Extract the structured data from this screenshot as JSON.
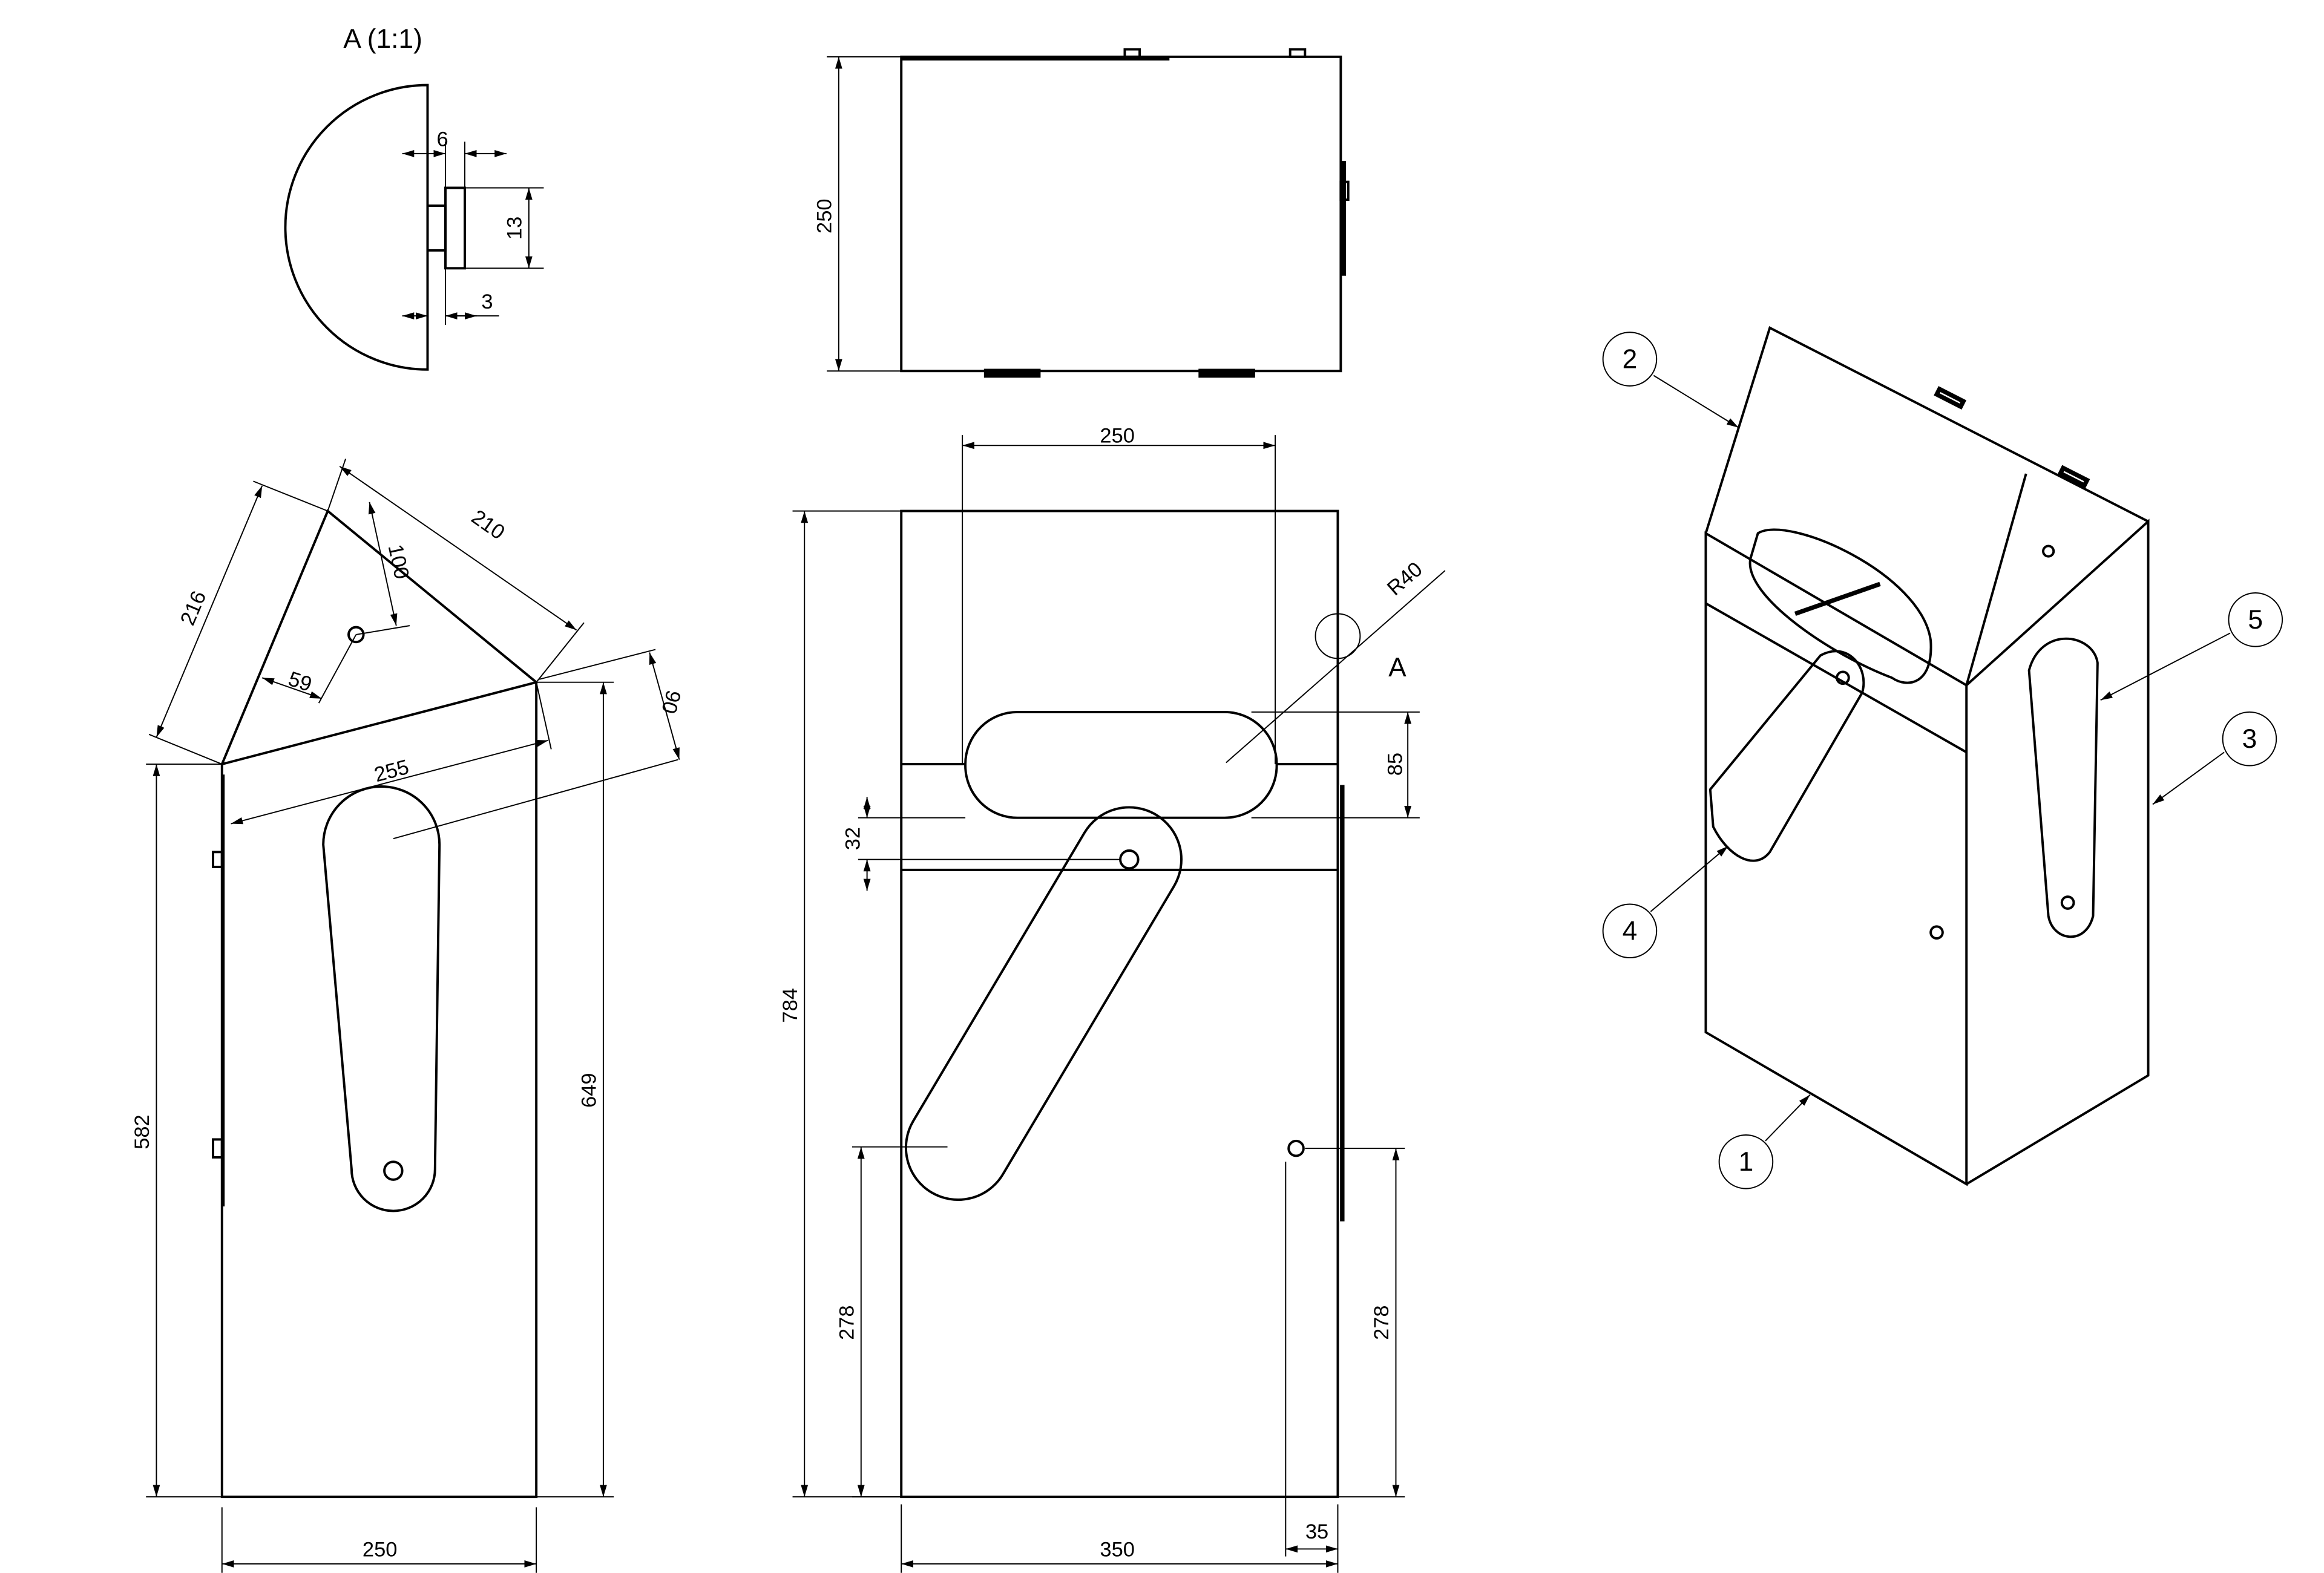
{
  "detail": {
    "title": "A (1:1)",
    "dims": [
      "6",
      "13",
      "3"
    ]
  },
  "top_view": {
    "dims": [
      "250"
    ]
  },
  "front_view": {
    "dims": [
      "250",
      "784",
      "85",
      "32",
      "278",
      "278",
      "350",
      "35"
    ],
    "radius": "R40",
    "detail_ref": "A"
  },
  "side_view": {
    "dims": [
      "216",
      "210",
      "100",
      "59",
      "255",
      "90",
      "582",
      "649",
      "250"
    ]
  },
  "iso_view": {
    "balloons": [
      "1",
      "2",
      "3",
      "4",
      "5"
    ]
  }
}
